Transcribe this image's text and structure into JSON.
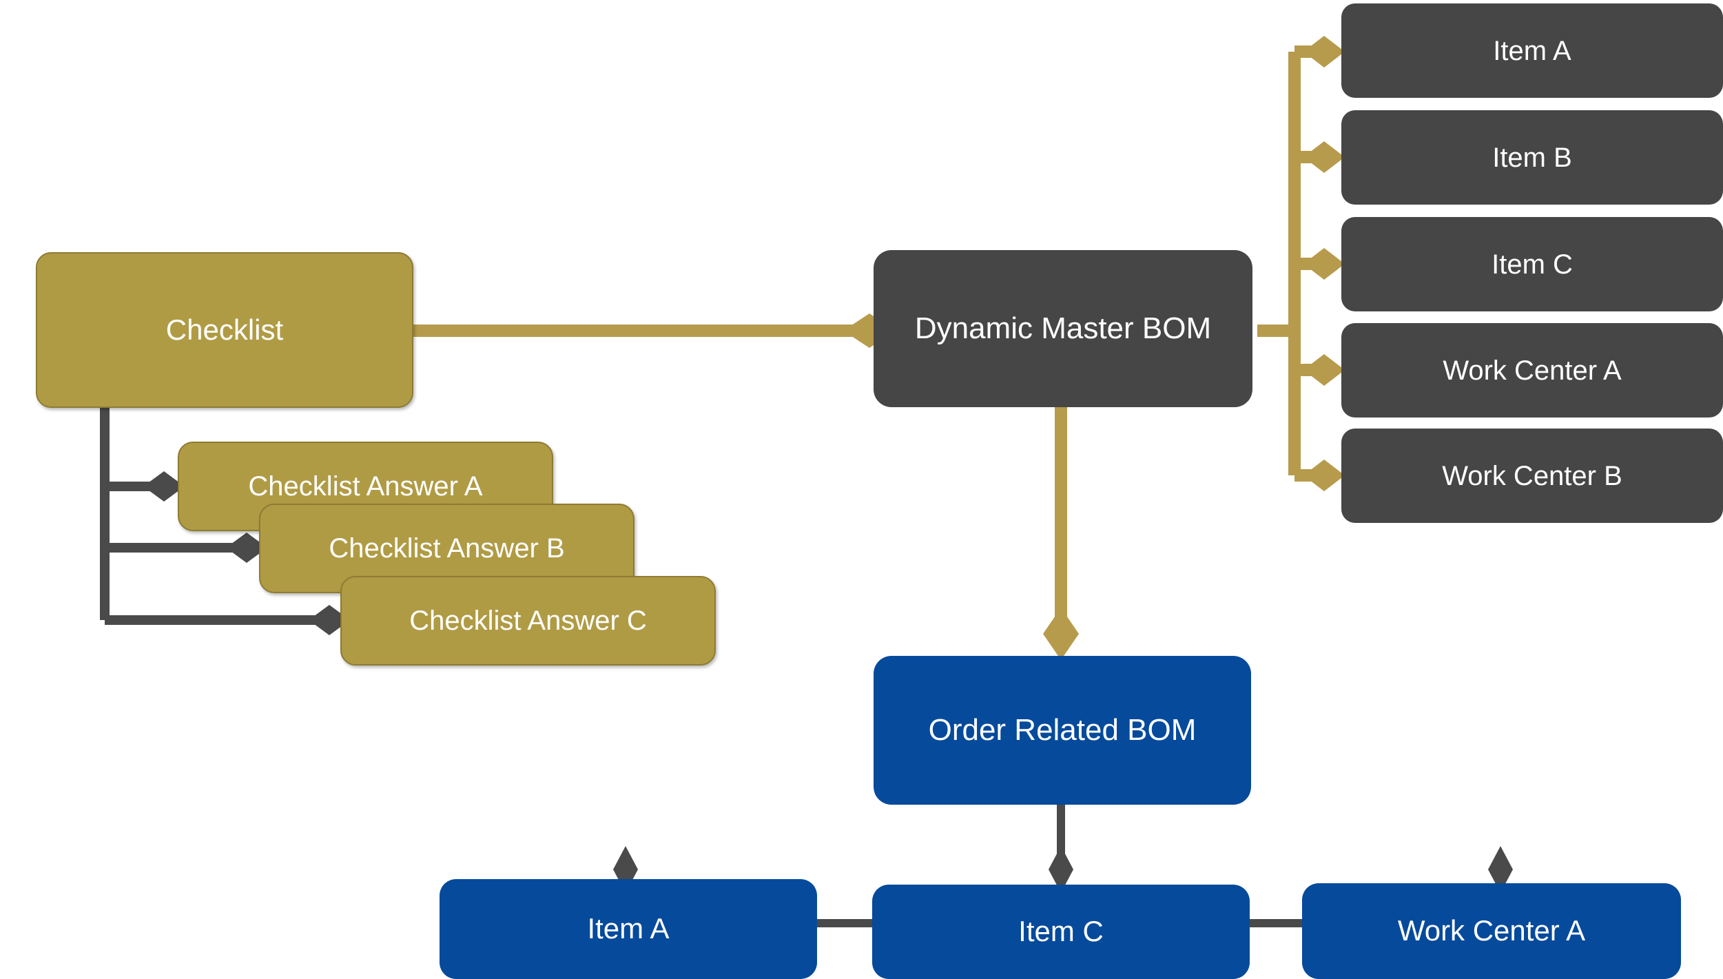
{
  "diagram": {
    "title": "Dynamic Master BOM and Order Related BOM relationship diagram",
    "colors": {
      "gold_fill": "#B09B45",
      "gold_border": "#8E7B33",
      "gold_line": "#B79B4C",
      "dark_fill": "#464646",
      "dark_line": "#4A4A4A",
      "blue_fill": "#064A9B",
      "text": "#FFFFFF",
      "background": "#FFFFFF"
    },
    "nodes": {
      "checklist": {
        "label": "Checklist",
        "type": "gold"
      },
      "checklist_answers": [
        {
          "label": "Checklist Answer A",
          "type": "gold"
        },
        {
          "label": "Checklist Answer B",
          "type": "gold"
        },
        {
          "label": "Checklist Answer C",
          "type": "gold"
        }
      ],
      "dynamic_master_bom": {
        "label": "Dynamic Master BOM",
        "type": "dark"
      },
      "master_components": [
        {
          "label": "Item A",
          "type": "dark"
        },
        {
          "label": "Item B",
          "type": "dark"
        },
        {
          "label": "Item C",
          "type": "dark"
        },
        {
          "label": "Work Center A",
          "type": "dark"
        },
        {
          "label": "Work Center B",
          "type": "dark"
        }
      ],
      "order_related_bom": {
        "label": "Order Related BOM",
        "type": "blue"
      },
      "order_components": [
        {
          "label": "Item A",
          "type": "blue"
        },
        {
          "label": "Item C",
          "type": "blue"
        },
        {
          "label": "Work Center A",
          "type": "blue"
        }
      ]
    },
    "edges": [
      {
        "from": "checklist",
        "to": "dynamic_master_bom",
        "style": "gold",
        "arrow": "diamond"
      },
      {
        "from": "checklist",
        "to": "checklist_answers.0",
        "style": "dark",
        "arrow": "diamond"
      },
      {
        "from": "checklist",
        "to": "checklist_answers.1",
        "style": "dark",
        "arrow": "diamond"
      },
      {
        "from": "checklist",
        "to": "checklist_answers.2",
        "style": "dark",
        "arrow": "diamond"
      },
      {
        "from": "dynamic_master_bom",
        "to": "master_components.0",
        "style": "gold",
        "arrow": "diamond"
      },
      {
        "from": "dynamic_master_bom",
        "to": "master_components.1",
        "style": "gold",
        "arrow": "diamond"
      },
      {
        "from": "dynamic_master_bom",
        "to": "master_components.2",
        "style": "gold",
        "arrow": "diamond"
      },
      {
        "from": "dynamic_master_bom",
        "to": "master_components.3",
        "style": "gold",
        "arrow": "diamond"
      },
      {
        "from": "dynamic_master_bom",
        "to": "master_components.4",
        "style": "gold",
        "arrow": "diamond"
      },
      {
        "from": "dynamic_master_bom",
        "to": "order_related_bom",
        "style": "gold",
        "arrow": "diamond"
      },
      {
        "from": "order_related_bom",
        "to": "order_components.0",
        "style": "dark",
        "arrow": "diamond"
      },
      {
        "from": "order_related_bom",
        "to": "order_components.1",
        "style": "dark",
        "arrow": "diamond"
      },
      {
        "from": "order_related_bom",
        "to": "order_components.2",
        "style": "dark",
        "arrow": "diamond"
      }
    ]
  }
}
